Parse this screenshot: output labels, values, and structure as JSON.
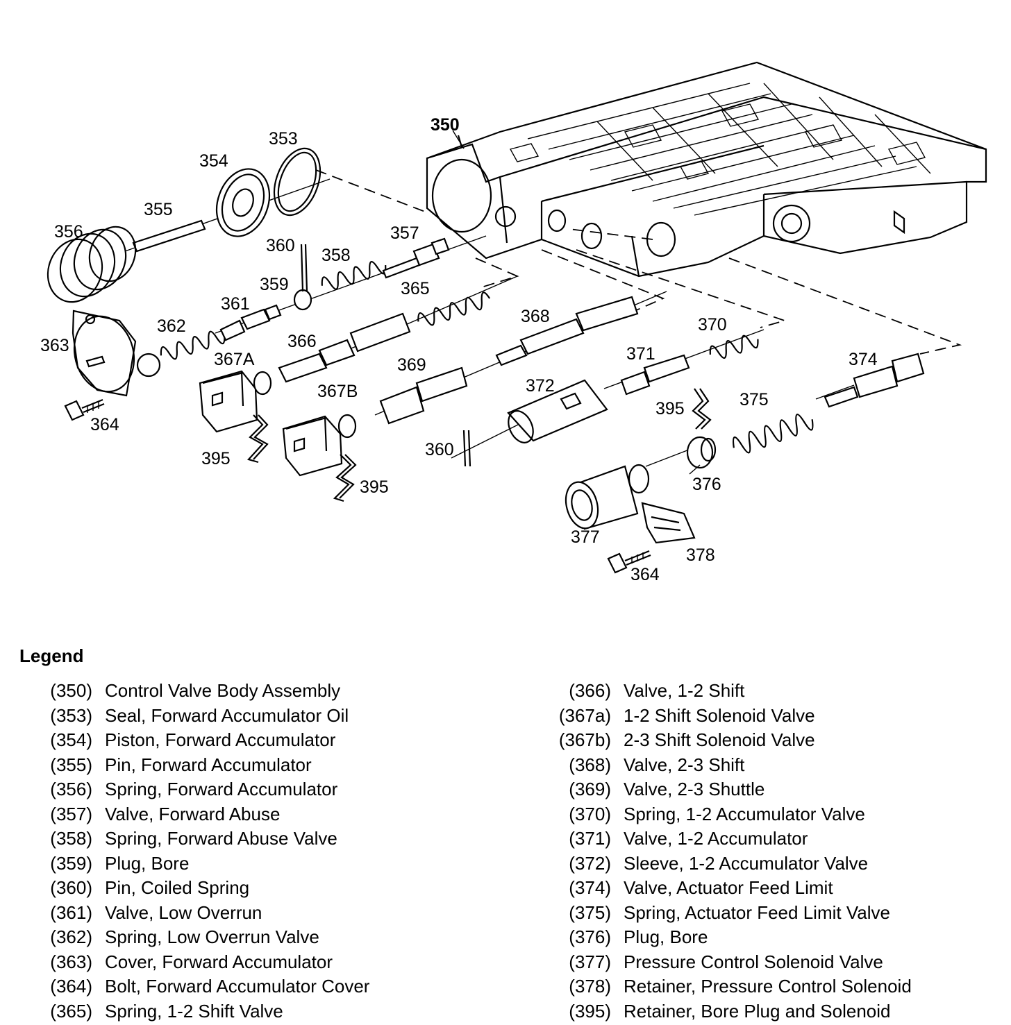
{
  "callouts": {
    "c350": "350",
    "c353": "353",
    "c354": "354",
    "c355": "355",
    "c356": "356",
    "c357": "357",
    "c358": "358",
    "c359": "359",
    "c360a": "360",
    "c360b": "360",
    "c361": "361",
    "c362": "362",
    "c363": "363",
    "c364a": "364",
    "c364b": "364",
    "c365": "365",
    "c366": "366",
    "c367a": "367A",
    "c367b": "367B",
    "c368": "368",
    "c369": "369",
    "c370": "370",
    "c371": "371",
    "c372": "372",
    "c374": "374",
    "c375": "375",
    "c376": "376",
    "c377": "377",
    "c378": "378",
    "c395a": "395",
    "c395b": "395",
    "c395c": "395"
  },
  "legend": {
    "title": "Legend",
    "left": [
      {
        "code": "(350)",
        "name": "Control Valve Body Assembly"
      },
      {
        "code": "(353)",
        "name": "Seal, Forward Accumulator Oil"
      },
      {
        "code": "(354)",
        "name": "Piston, Forward Accumulator"
      },
      {
        "code": "(355)",
        "name": "Pin, Forward Accumulator"
      },
      {
        "code": "(356)",
        "name": "Spring, Forward Accumulator"
      },
      {
        "code": "(357)",
        "name": "Valve, Forward Abuse"
      },
      {
        "code": "(358)",
        "name": "Spring, Forward Abuse Valve"
      },
      {
        "code": "(359)",
        "name": "Plug, Bore"
      },
      {
        "code": "(360)",
        "name": "Pin, Coiled Spring"
      },
      {
        "code": "(361)",
        "name": "Valve, Low Overrun"
      },
      {
        "code": "(362)",
        "name": "Spring, Low Overrun Valve"
      },
      {
        "code": "(363)",
        "name": "Cover, Forward Accumulator"
      },
      {
        "code": "(364)",
        "name": "Bolt, Forward Accumulator Cover"
      },
      {
        "code": "(365)",
        "name": "Spring, 1-2 Shift Valve"
      }
    ],
    "right": [
      {
        "code": "(366)",
        "name": "Valve, 1-2 Shift"
      },
      {
        "code": "(367a)",
        "name": "1-2 Shift Solenoid Valve"
      },
      {
        "code": "(367b)",
        "name": "2-3 Shift Solenoid Valve"
      },
      {
        "code": "(368)",
        "name": "Valve, 2-3 Shift"
      },
      {
        "code": "(369)",
        "name": "Valve, 2-3 Shuttle"
      },
      {
        "code": "(370)",
        "name": "Spring, 1-2 Accumulator Valve"
      },
      {
        "code": "(371)",
        "name": "Valve, 1-2 Accumulator"
      },
      {
        "code": "(372)",
        "name": "Sleeve, 1-2 Accumulator Valve"
      },
      {
        "code": "(374)",
        "name": "Valve, Actuator Feed Limit"
      },
      {
        "code": "(375)",
        "name": "Spring, Actuator Feed Limit Valve"
      },
      {
        "code": "(376)",
        "name": "Plug, Bore"
      },
      {
        "code": "(377)",
        "name": "Pressure Control Solenoid Valve"
      },
      {
        "code": "(378)",
        "name": "Retainer, Pressure Control Solenoid"
      },
      {
        "code": "(395)",
        "name": "Retainer, Bore Plug and Solenoid"
      }
    ]
  }
}
